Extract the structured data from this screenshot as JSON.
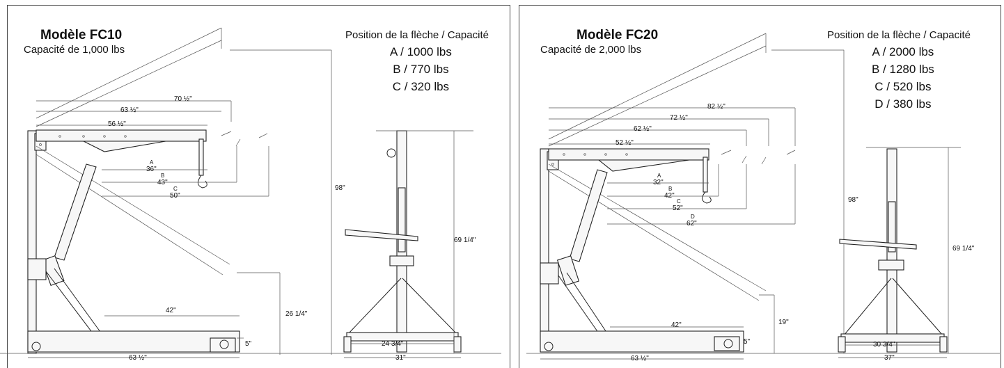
{
  "models": [
    {
      "title": "Modèle FC10",
      "capacity": "Capacité de 1,000 lbs",
      "positions_title": "Position de la flèche / Capacité",
      "positions": [
        "A / 1000 lbs",
        "B / 770 lbs",
        "C / 320 lbs"
      ],
      "dims": {
        "boom_top": "70 ½\"",
        "boom_2": "63 ½\"",
        "boom_base": "56 ½\"",
        "a_label": "A",
        "a_val": "36\"",
        "b_label": "B",
        "b_val": "43\"",
        "c_label": "C",
        "c_val": "50\"",
        "height_total": "98\"",
        "height_low": "26 1/4\"",
        "leg": "42\"",
        "wheel": "5\"",
        "base_length": "63 ½\"",
        "front_height": "69 1/4\"",
        "inner_width": "24 3/4\"",
        "outer_width": "31\""
      }
    },
    {
      "title": "Modèle FC20",
      "capacity": "Capacité de 2,000 lbs",
      "positions_title": "Position de la flèche / Capacité",
      "positions": [
        "A / 2000 lbs",
        "B / 1280 lbs",
        "C / 520 lbs",
        "D / 380 lbs"
      ],
      "dims": {
        "boom_top": "82 ½\"",
        "boom_2": "72 ½\"",
        "boom_3": "62 ½\"",
        "boom_base": "52 ½\"",
        "a_label": "A",
        "a_val": "32\"",
        "b_label": "B",
        "b_val": "42\"",
        "c_label": "C",
        "c_val": "52\"",
        "d_label": "D",
        "d_val": "62\"",
        "height_total": "98\"",
        "height_low": "19\"",
        "leg": "42\"",
        "wheel": "5\"",
        "base_length": "63 ½\"",
        "front_height": "69 1/4\"",
        "inner_width": "30 3/4\"",
        "outer_width": "37\""
      }
    }
  ]
}
